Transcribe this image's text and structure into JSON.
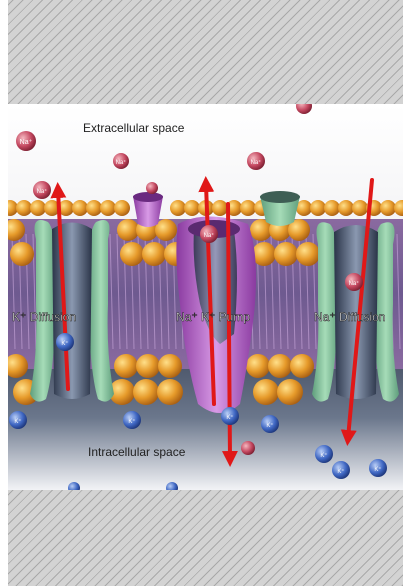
{
  "diagram": {
    "regions": {
      "extracellular": "Extracellular space",
      "intracellular": "Intracellular space"
    },
    "channels": {
      "k_diffusion": "K⁺ Diffusion",
      "pump": "Na⁺ K⁺ Pump",
      "na_diffusion": "Na⁺ Diffusion"
    },
    "ions": {
      "sodium": "Na⁺",
      "potassium": "K⁺"
    }
  },
  "colors": {
    "extracellular_bg": "#ffffff",
    "intracellular_bg": "#5e6a80",
    "lipid_head": "#e09a28",
    "channel_green": "#7fbf98",
    "pump_purple": "#b368c8",
    "arrow_red": "#e01818",
    "sodium_ion": "#c0485a",
    "potassium_ion": "#3a62c0"
  }
}
